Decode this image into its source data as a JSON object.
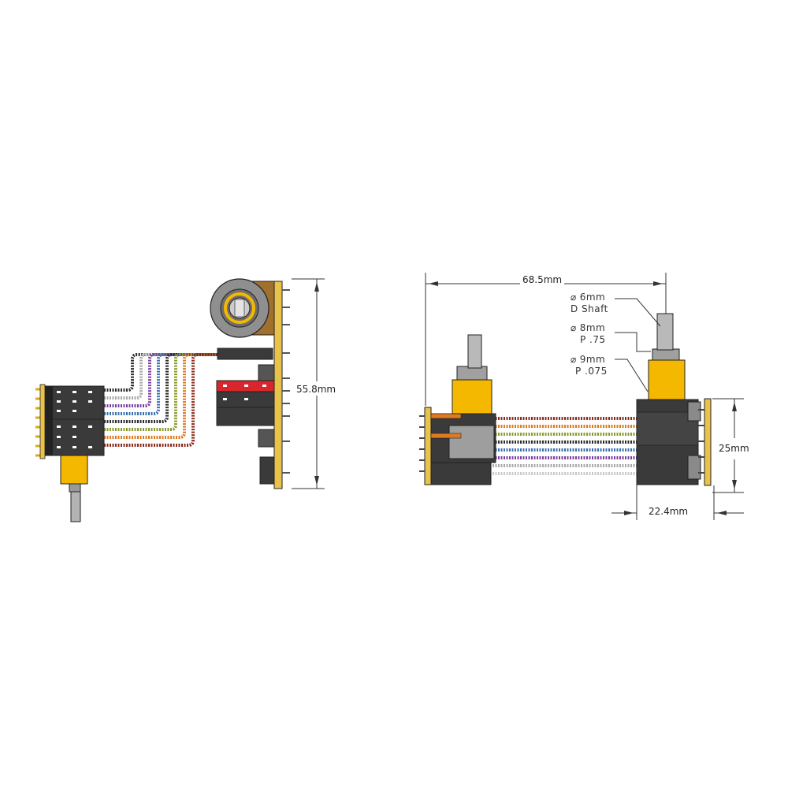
{
  "dimensions": {
    "side_height": "55.8mm",
    "top_width": "68.5mm",
    "body_height": "25mm",
    "body_depth": "22.4mm"
  },
  "callouts": {
    "shaft": {
      "symbol": "⌀",
      "line1": "6mm",
      "line2": "D Shaft"
    },
    "bushing": {
      "symbol": "⌀",
      "line1": "8mm",
      "line2": "P .75"
    },
    "thread": {
      "symbol": "⌀",
      "line1": "9mm",
      "line2": "P .075"
    }
  },
  "colors": {
    "yellow": "#f5b800",
    "pcb_gold": "#e8c24a",
    "dark_body": "#3a3a3a",
    "red": "#d8262d",
    "wire_colors": [
      "#2b2b2b",
      "#a9a9a9",
      "#7b3fa0",
      "#3a6fb0",
      "#2b2b2b",
      "#8a9a2a",
      "#e07a1f",
      "#8b2a1a"
    ]
  }
}
